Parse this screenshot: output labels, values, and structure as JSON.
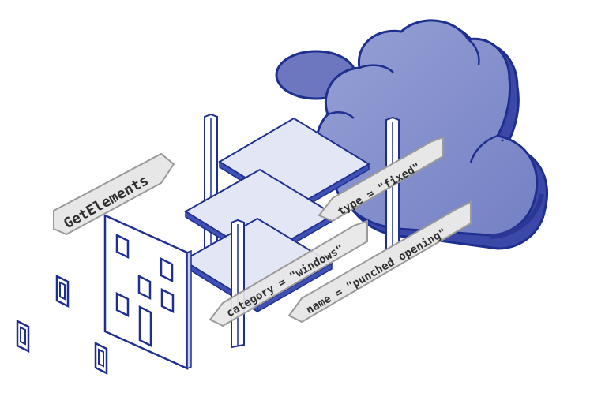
{
  "labels": {
    "get_elements": "GetElements",
    "type_fixed": "type = \"fixed\"",
    "category_windows": "category = \"windows\"",
    "name_punched_opening": "name = \"punched opening\""
  },
  "colors": {
    "cloud_light": "#8590cd",
    "cloud_mid": "#6c77c0",
    "cloud_dark": "#3c48a8",
    "outline": "#1f2f8f",
    "shelf_top": "#e3e6f4",
    "shelf_edge": "#3f51b5",
    "tag_fill": "#e7e7e7",
    "tag_stroke": "#9a9a9a"
  }
}
